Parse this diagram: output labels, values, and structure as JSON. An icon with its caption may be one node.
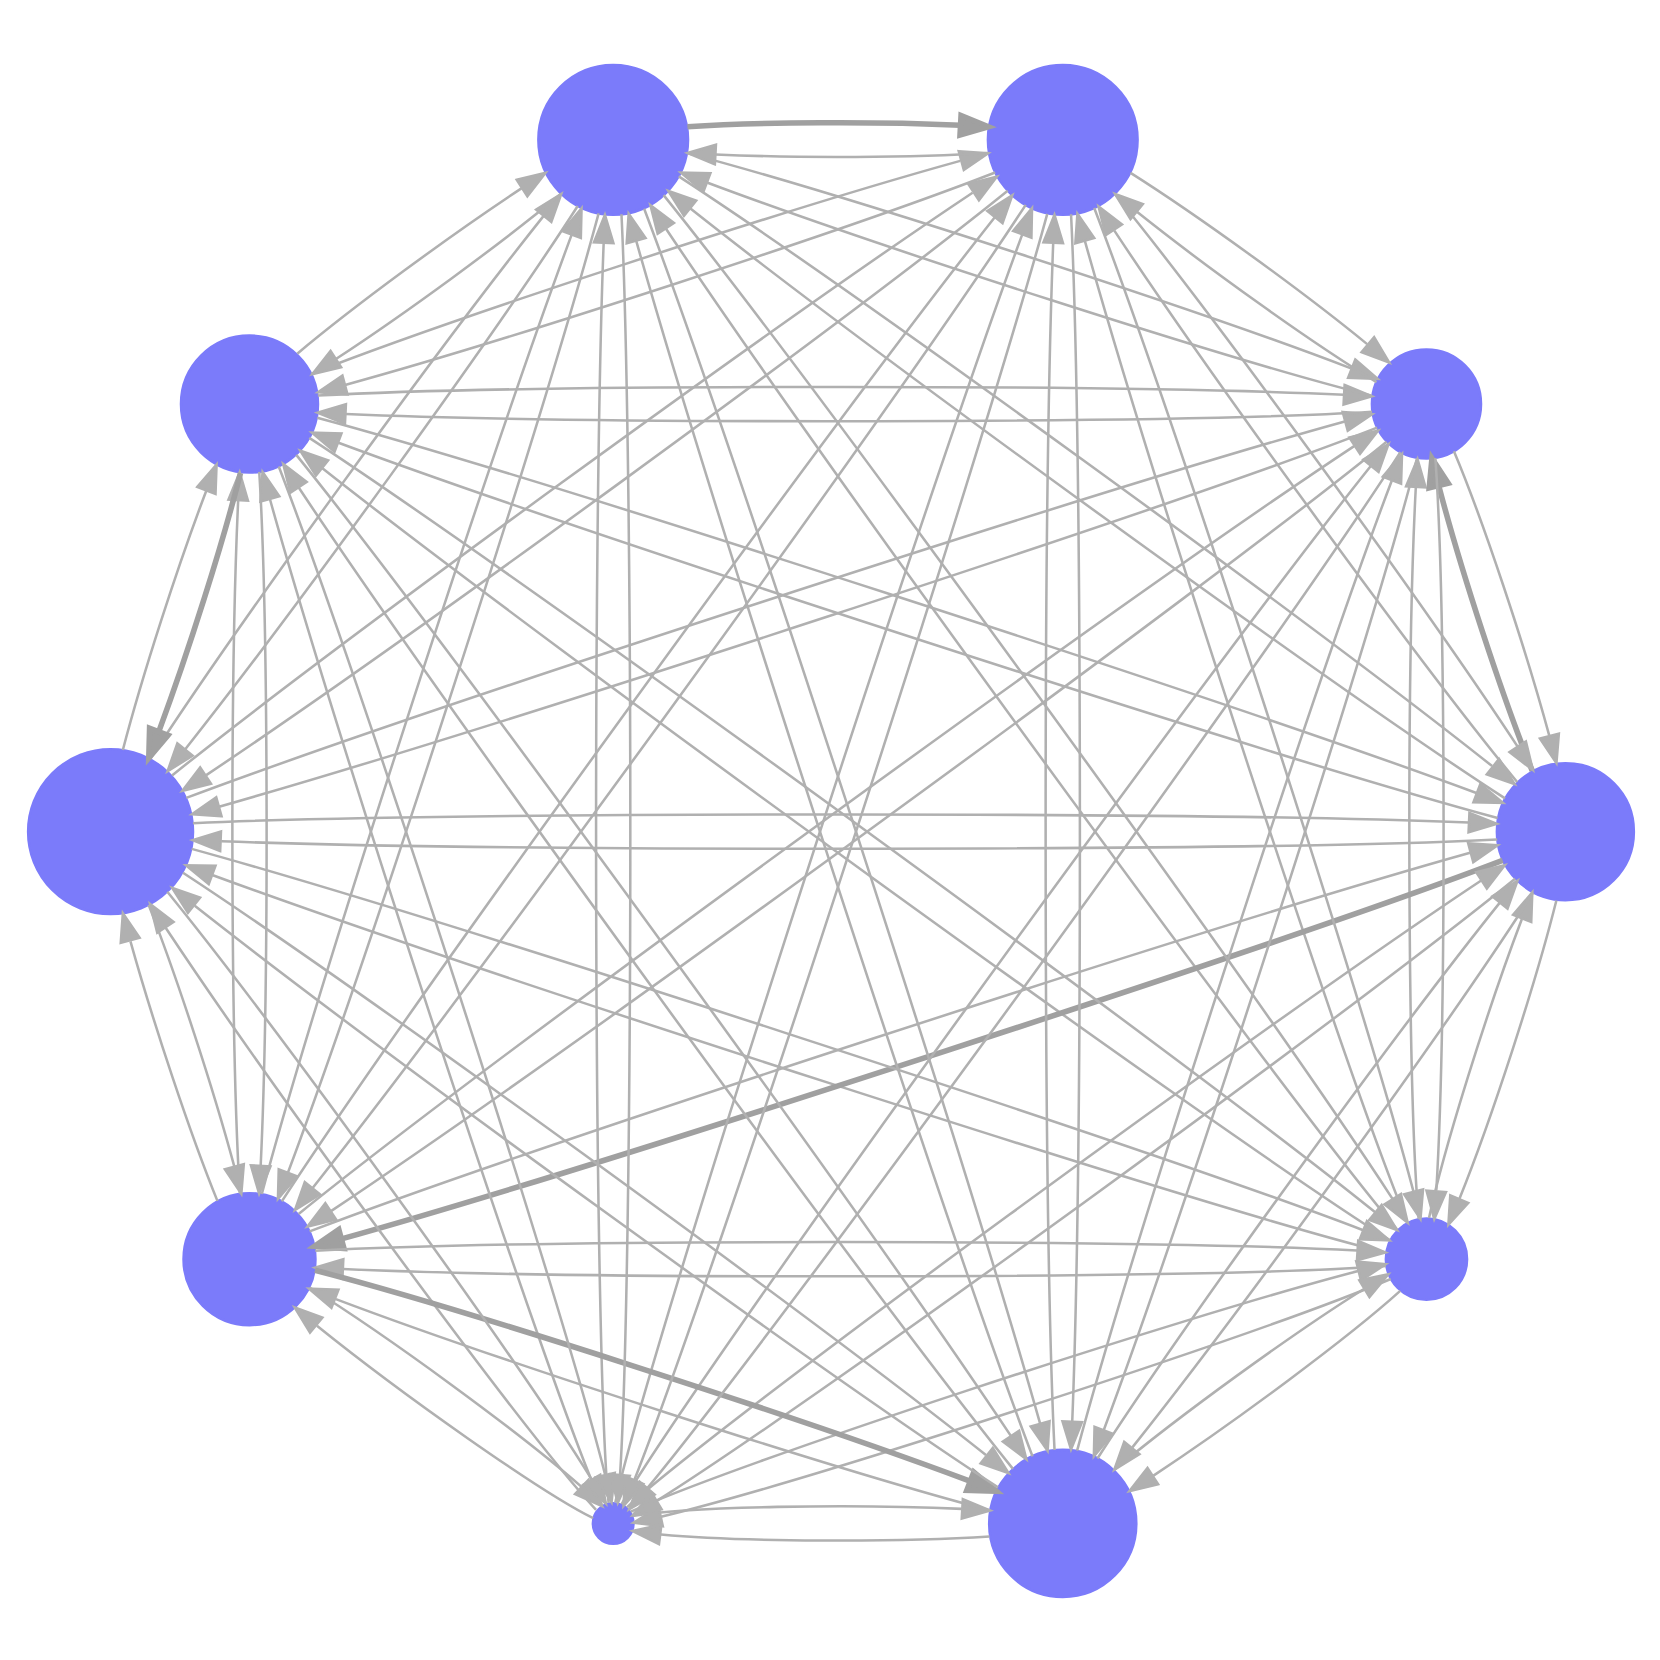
{
  "diagram": {
    "nodes": [
      {
        "text": [],
        "shape": "circle"
      },
      {
        "text": [],
        "shape": "circle"
      },
      {
        "text": [],
        "shape": "circle"
      },
      {
        "text": [],
        "shape": "circle"
      },
      {
        "text": [],
        "shape": "circle"
      },
      {
        "text": [],
        "shape": "circle"
      },
      {
        "text": [],
        "shape": "circle"
      },
      {
        "text": [],
        "shape": "circle"
      },
      {
        "text": [],
        "shape": "circle"
      },
      {
        "text": [],
        "shape": "circle"
      }
    ],
    "edges": [
      {
        "from": 0,
        "to": 1,
        "arrow": "to"
      },
      {
        "from": 0,
        "to": 2,
        "arrow": "to"
      },
      {
        "from": 0,
        "to": 3,
        "arrow": "to"
      },
      {
        "from": 0,
        "to": 4,
        "arrow": "to"
      },
      {
        "from": 0,
        "to": 5,
        "arrow": "to"
      },
      {
        "from": 0,
        "to": 6,
        "arrow": "to"
      },
      {
        "from": 0,
        "to": 7,
        "arrow": "to"
      },
      {
        "from": 0,
        "to": 8,
        "arrow": "to"
      },
      {
        "from": 0,
        "to": 9,
        "arrow": "to"
      },
      {
        "from": 1,
        "to": 0,
        "arrow": "to"
      },
      {
        "from": 1,
        "to": 2,
        "arrow": "to"
      },
      {
        "from": 1,
        "to": 3,
        "arrow": "to",
        "style": "thick"
      },
      {
        "from": 1,
        "to": 4,
        "arrow": "to"
      },
      {
        "from": 1,
        "to": 5,
        "arrow": "to"
      },
      {
        "from": 1,
        "to": 6,
        "arrow": "to"
      },
      {
        "from": 1,
        "to": 7,
        "arrow": "to"
      },
      {
        "from": 1,
        "to": 8,
        "arrow": "to",
        "style": "thick"
      },
      {
        "from": 1,
        "to": 9,
        "arrow": "to"
      },
      {
        "from": 2,
        "to": 0,
        "arrow": "to"
      },
      {
        "from": 2,
        "to": 1,
        "arrow": "to"
      },
      {
        "from": 2,
        "to": 3,
        "arrow": "to"
      },
      {
        "from": 2,
        "to": 4,
        "arrow": "to"
      },
      {
        "from": 2,
        "to": 5,
        "arrow": "to"
      },
      {
        "from": 2,
        "to": 6,
        "arrow": "to"
      },
      {
        "from": 2,
        "to": 7,
        "arrow": "to"
      },
      {
        "from": 2,
        "to": 8,
        "arrow": "to"
      },
      {
        "from": 2,
        "to": 9,
        "arrow": "to"
      },
      {
        "from": 3,
        "to": 0,
        "arrow": "to"
      },
      {
        "from": 3,
        "to": 1,
        "arrow": "to"
      },
      {
        "from": 3,
        "to": 2,
        "arrow": "to"
      },
      {
        "from": 3,
        "to": 4,
        "arrow": "to"
      },
      {
        "from": 3,
        "to": 5,
        "arrow": "to"
      },
      {
        "from": 3,
        "to": 6,
        "arrow": "to"
      },
      {
        "from": 3,
        "to": 7,
        "arrow": "to"
      },
      {
        "from": 3,
        "to": 8,
        "arrow": "to"
      },
      {
        "from": 3,
        "to": 9,
        "arrow": "to",
        "style": "thick"
      },
      {
        "from": 4,
        "to": 0,
        "arrow": "to"
      },
      {
        "from": 4,
        "to": 1,
        "arrow": "to"
      },
      {
        "from": 4,
        "to": 2,
        "arrow": "to"
      },
      {
        "from": 4,
        "to": 3,
        "arrow": "to"
      },
      {
        "from": 4,
        "to": 5,
        "arrow": "to"
      },
      {
        "from": 4,
        "to": 6,
        "arrow": "to"
      },
      {
        "from": 4,
        "to": 7,
        "arrow": "to"
      },
      {
        "from": 4,
        "to": 8,
        "arrow": "to"
      },
      {
        "from": 4,
        "to": 9,
        "arrow": "to"
      },
      {
        "from": 5,
        "to": 0,
        "arrow": "to"
      },
      {
        "from": 5,
        "to": 1,
        "arrow": "to"
      },
      {
        "from": 5,
        "to": 2,
        "arrow": "to"
      },
      {
        "from": 5,
        "to": 3,
        "arrow": "to"
      },
      {
        "from": 5,
        "to": 4,
        "arrow": "to",
        "style": "thick"
      },
      {
        "from": 5,
        "to": 6,
        "arrow": "to"
      },
      {
        "from": 5,
        "to": 7,
        "arrow": "to"
      },
      {
        "from": 5,
        "to": 8,
        "arrow": "to"
      },
      {
        "from": 5,
        "to": 9,
        "arrow": "to"
      },
      {
        "from": 6,
        "to": 0,
        "arrow": "to"
      },
      {
        "from": 6,
        "to": 1,
        "arrow": "to"
      },
      {
        "from": 6,
        "to": 2,
        "arrow": "to"
      },
      {
        "from": 6,
        "to": 3,
        "arrow": "to"
      },
      {
        "from": 6,
        "to": 4,
        "arrow": "to"
      },
      {
        "from": 6,
        "to": 5,
        "arrow": "to"
      },
      {
        "from": 6,
        "to": 7,
        "arrow": "to",
        "style": "thick"
      },
      {
        "from": 6,
        "to": 8,
        "arrow": "to"
      },
      {
        "from": 6,
        "to": 9,
        "arrow": "to"
      },
      {
        "from": 7,
        "to": 0,
        "arrow": "to"
      },
      {
        "from": 7,
        "to": 1,
        "arrow": "to"
      },
      {
        "from": 7,
        "to": 2,
        "arrow": "to"
      },
      {
        "from": 7,
        "to": 3,
        "arrow": "to"
      },
      {
        "from": 7,
        "to": 4,
        "arrow": "to"
      },
      {
        "from": 7,
        "to": 5,
        "arrow": "to"
      },
      {
        "from": 7,
        "to": 6,
        "arrow": "to"
      },
      {
        "from": 7,
        "to": 8,
        "arrow": "to"
      },
      {
        "from": 7,
        "to": 9,
        "arrow": "to"
      },
      {
        "from": 8,
        "to": 0,
        "arrow": "to"
      },
      {
        "from": 8,
        "to": 1,
        "arrow": "to"
      },
      {
        "from": 8,
        "to": 2,
        "arrow": "to"
      },
      {
        "from": 8,
        "to": 3,
        "arrow": "to"
      },
      {
        "from": 8,
        "to": 4,
        "arrow": "to"
      },
      {
        "from": 8,
        "to": 5,
        "arrow": "to"
      },
      {
        "from": 8,
        "to": 6,
        "arrow": "to"
      },
      {
        "from": 8,
        "to": 7,
        "arrow": "to"
      },
      {
        "from": 8,
        "to": 9,
        "arrow": "to"
      },
      {
        "from": 9,
        "to": 0,
        "arrow": "to"
      },
      {
        "from": 9,
        "to": 1,
        "arrow": "to"
      },
      {
        "from": 9,
        "to": 2,
        "arrow": "to"
      },
      {
        "from": 9,
        "to": 3,
        "arrow": "to"
      },
      {
        "from": 9,
        "to": 4,
        "arrow": "to"
      },
      {
        "from": 9,
        "to": 5,
        "arrow": "to"
      },
      {
        "from": 9,
        "to": 6,
        "arrow": "to"
      },
      {
        "from": 9,
        "to": 7,
        "arrow": "to"
      },
      {
        "from": 9,
        "to": 8,
        "arrow": "to"
      }
    ]
  }
}
